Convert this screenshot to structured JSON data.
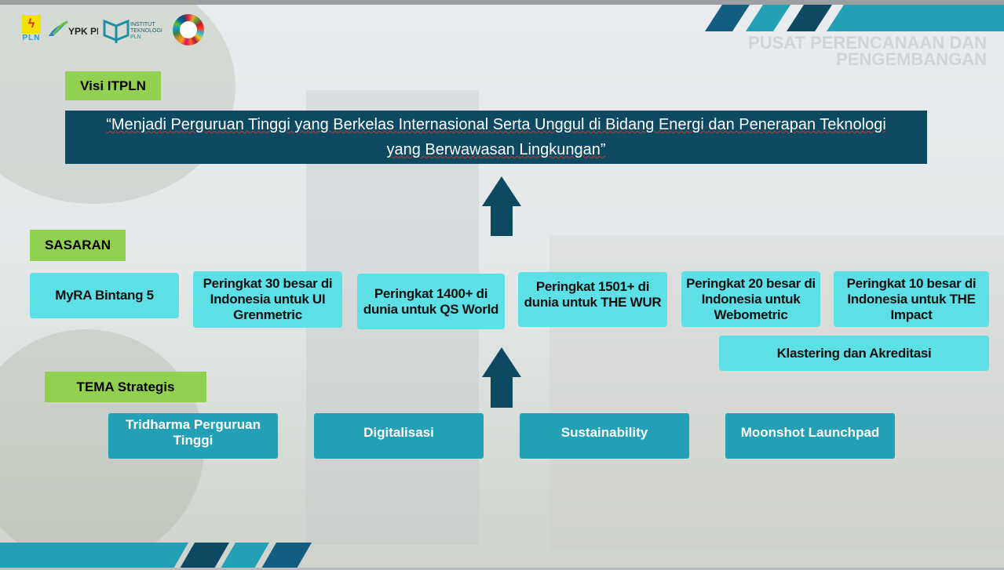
{
  "header": {
    "logos": [
      "PLN",
      "YPK PLN",
      "INSTITUT TEKNOLOGI PLN",
      "SDG GOALS"
    ],
    "watermark_line1": "PUSAT PERENCANAAN DAN",
    "watermark_line2": "PENGEMBANGAN"
  },
  "visi": {
    "label": "Visi ITPLN",
    "text_line1": "“Menjadi Perguruan Tinggi yang Berkelas Internasional Serta Unggul di Bidang Energi dan Penerapan Teknologi",
    "text_line2": "yang Berwawasan Lingkungan”"
  },
  "sasaran": {
    "label": "SASARAN",
    "items": [
      "MyRA Bintang 5",
      "Peringkat 30 besar di Indonesia untuk UI Grenmetric",
      "Peringkat 1400+ di dunia untuk QS World",
      "Peringkat 1501+ di dunia untuk THE WUR",
      "Peringkat 20 besar di Indonesia untuk Webometric",
      "Peringkat 10 besar di Indonesia untuk THE Impact"
    ],
    "extra": "Klastering dan Akreditasi"
  },
  "tema": {
    "label": "TEMA Strategis",
    "items": [
      "Tridharma Perguruan Tinggi",
      "Digitalisasi",
      "Sustainability",
      "Moonshot Launchpad"
    ]
  },
  "colors": {
    "dark": "#0d4a62",
    "teal": "#23a0b5",
    "cyan": "#5ce0e6",
    "green": "#92d050"
  }
}
